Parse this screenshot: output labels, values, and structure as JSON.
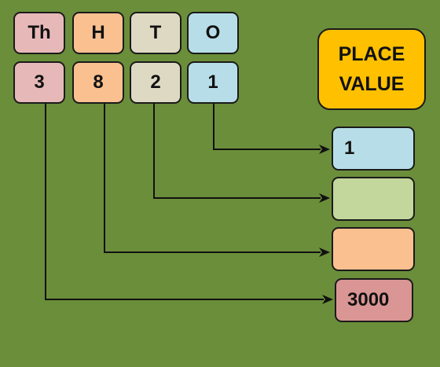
{
  "background_color": "#6B8E3A",
  "line_color": "#111111",
  "title": {
    "line1": "PLACE",
    "line2": "VALUE",
    "color": "#FFC000"
  },
  "headers": [
    {
      "label": "Th",
      "color": "#E6B9B8"
    },
    {
      "label": "H",
      "color": "#FAC090"
    },
    {
      "label": "T",
      "color": "#DDD9C3"
    },
    {
      "label": "O",
      "color": "#B7DEE8"
    }
  ],
  "digits": [
    {
      "value": "3",
      "color": "#E6B9B8"
    },
    {
      "value": "8",
      "color": "#FAC090"
    },
    {
      "value": "2",
      "color": "#DDD9C3"
    },
    {
      "value": "1",
      "color": "#B7DEE8"
    }
  ],
  "answers": [
    {
      "digit": "1",
      "value": "1",
      "color": "#B7DEE8"
    },
    {
      "digit": "2",
      "value": "",
      "color": "#C3D69B"
    },
    {
      "digit": "8",
      "value": "",
      "color": "#FAC090"
    },
    {
      "digit": "3",
      "value": "3000",
      "color": "#D99694"
    }
  ]
}
